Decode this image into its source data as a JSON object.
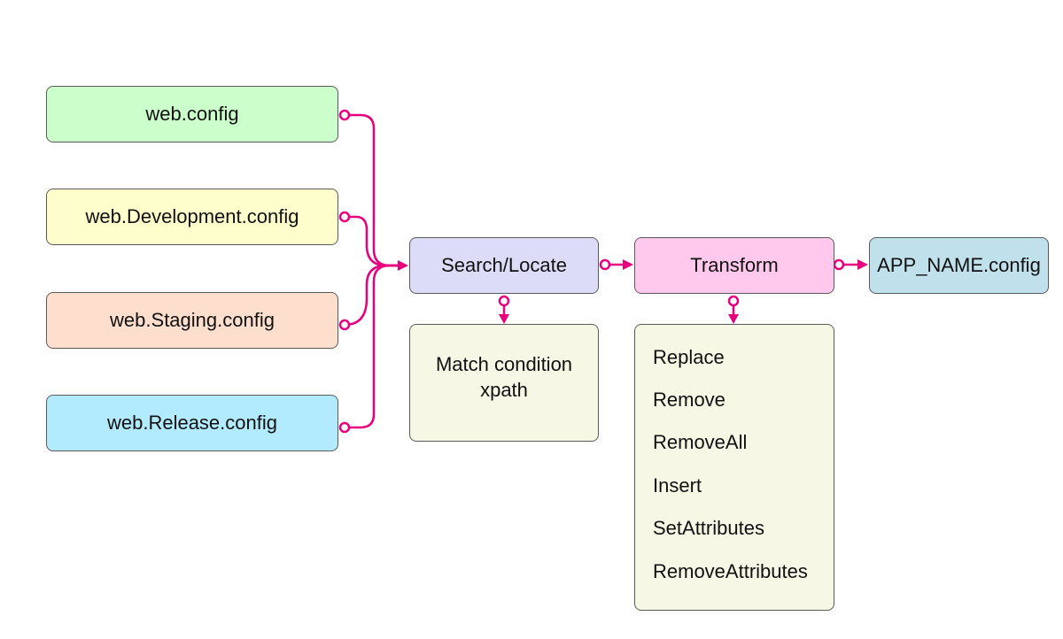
{
  "colors": {
    "connector": "#e6007e",
    "web_config": "#ccfecc",
    "web_development": "#fefecc",
    "web_staging": "#fedecc",
    "web_release": "#b3ebfe",
    "search_locate": "#dcdcf8",
    "transform": "#ffc8ec",
    "app_config": "#c0e0ec",
    "detail": "#f7f7e6"
  },
  "config_files": [
    {
      "label": "web.config"
    },
    {
      "label": "web.Development.config"
    },
    {
      "label": "web.Staging.config"
    },
    {
      "label": "web.Release.config"
    }
  ],
  "search": {
    "label": "Search/Locate"
  },
  "match": {
    "line1": "Match condition",
    "line2": "xpath"
  },
  "transform": {
    "label": "Transform"
  },
  "operations": [
    "Replace",
    "Remove",
    "RemoveAll",
    "Insert",
    "SetAttributes",
    "RemoveAttributes"
  ],
  "output": {
    "label": "APP_NAME.config"
  }
}
